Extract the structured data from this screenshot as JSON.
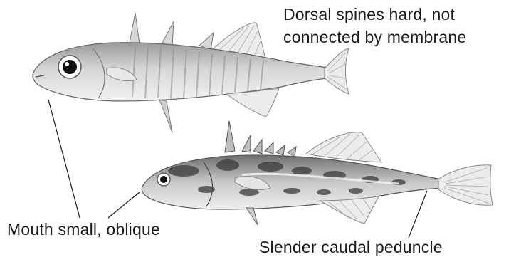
{
  "labels": {
    "dorsal_line1": "Dorsal spines hard, not",
    "dorsal_line2": "connected by membrane",
    "mouth": "Mouth small, oblique",
    "peduncle": "Slender caudal peduncle"
  },
  "colors": {
    "ink": "#1a1a1a",
    "fish_body": "#d9d9d9",
    "fish_dark": "#555555",
    "fin": "#ededed",
    "background": "#ffffff"
  }
}
